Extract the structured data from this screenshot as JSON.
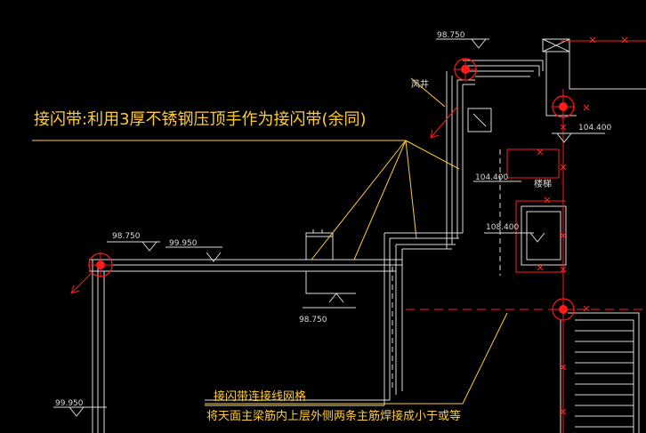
{
  "colors": {
    "background": "#000000",
    "wall": "#dcdcdc",
    "annotation": "#ffcc33",
    "lightning_red": "#ff1a1a",
    "marker_red": "#ff2a2a",
    "dim_text": "#dcdcdc"
  },
  "annotations": {
    "main_note": "接闪带:利用3厚不锈钢压顶手作为接闪带(余同)",
    "bottom_title": "接闪带连接线网格",
    "bottom_line1": "将天面主梁筋内上层外侧两条主筋焊接成小于或等"
  },
  "elevations": {
    "top_center": "98.750",
    "left_upper": "98.750",
    "left_mid": "99.950",
    "center_low": "98.750",
    "bottom_left": "99.950",
    "right_upper": "104.400",
    "right_mid": "104.400",
    "right_lower": "108.400"
  },
  "labels": {
    "vent_room": "风井",
    "stair_room": "楼梯"
  },
  "icons": {
    "lightning_terminal": "lightning-rod-icon",
    "elevation_marker": "elevation-triangle-icon"
  }
}
